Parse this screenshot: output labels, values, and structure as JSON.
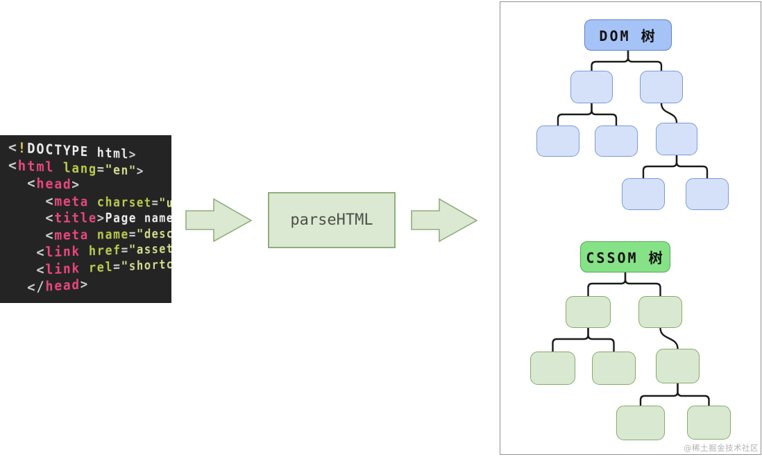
{
  "code_snippet": {
    "lines": [
      {
        "segments": [
          {
            "cls": "br",
            "text": "<"
          },
          {
            "cls": "bang",
            "text": "!"
          },
          {
            "cls": "kw",
            "text": "DOCTYPE html"
          },
          {
            "cls": "br",
            "text": ">"
          }
        ]
      },
      {
        "segments": [
          {
            "cls": "br",
            "text": "<"
          },
          {
            "cls": "tag",
            "text": "html "
          },
          {
            "cls": "attr",
            "text": "lang"
          },
          {
            "cls": "br",
            "text": "="
          },
          {
            "cls": "val",
            "text": "\"en\""
          },
          {
            "cls": "br",
            "text": ">"
          }
        ]
      },
      {
        "segments": [
          {
            "cls": "br",
            "text": "  <"
          },
          {
            "cls": "tag",
            "text": "head"
          },
          {
            "cls": "br",
            "text": ">"
          }
        ]
      },
      {
        "segments": [
          {
            "cls": "br",
            "text": "    <"
          },
          {
            "cls": "tag",
            "text": "meta "
          },
          {
            "cls": "attr",
            "text": "charset"
          },
          {
            "cls": "br",
            "text": "="
          },
          {
            "cls": "val",
            "text": "\"ut"
          }
        ]
      },
      {
        "segments": [
          {
            "cls": "br",
            "text": "    <"
          },
          {
            "cls": "tag",
            "text": "title"
          },
          {
            "cls": "br",
            "text": ">"
          },
          {
            "cls": "txt",
            "text": "Page name"
          },
          {
            "cls": "br",
            "text": "</"
          }
        ]
      },
      {
        "segments": [
          {
            "cls": "br",
            "text": "    <"
          },
          {
            "cls": "tag",
            "text": "meta "
          },
          {
            "cls": "attr",
            "text": "name"
          },
          {
            "cls": "br",
            "text": "="
          },
          {
            "cls": "val",
            "text": "\"descri"
          }
        ]
      },
      {
        "segments": [
          {
            "cls": "br",
            "text": "   <"
          },
          {
            "cls": "tag",
            "text": "link "
          },
          {
            "cls": "attr",
            "text": "href"
          },
          {
            "cls": "br",
            "text": "="
          },
          {
            "cls": "val",
            "text": "\"assets/"
          }
        ]
      },
      {
        "segments": [
          {
            "cls": "br",
            "text": "   <"
          },
          {
            "cls": "tag",
            "text": "link "
          },
          {
            "cls": "attr",
            "text": "rel"
          },
          {
            "cls": "br",
            "text": "="
          },
          {
            "cls": "val",
            "text": "\"shortcut"
          }
        ]
      },
      {
        "segments": [
          {
            "cls": "br",
            "text": "  </"
          },
          {
            "cls": "tag",
            "text": "head"
          },
          {
            "cls": "br",
            "text": ">"
          }
        ]
      }
    ]
  },
  "pipeline": {
    "parse_label": "parseHTML"
  },
  "dom_tree": {
    "root_label": "DOM 树"
  },
  "cssom_tree": {
    "root_label": "CSSOM 树"
  },
  "watermark": "@稀土掘金技术社区",
  "colors": {
    "pipeline_fill": "#dbe8d2",
    "pipeline_border": "#8fae79",
    "dom_root_fill": "#a5c3f6",
    "dom_node_fill": "#d4e1f9",
    "dom_node_border": "#7b99d6",
    "cssom_root_fill": "#86e286",
    "cssom_node_fill": "#d9e8d0",
    "cssom_node_border": "#85ab6b",
    "connector": "#1a1a1a",
    "code_background": "#242424",
    "code_tag": "#e8477e",
    "code_attr": "#bacb4a"
  }
}
